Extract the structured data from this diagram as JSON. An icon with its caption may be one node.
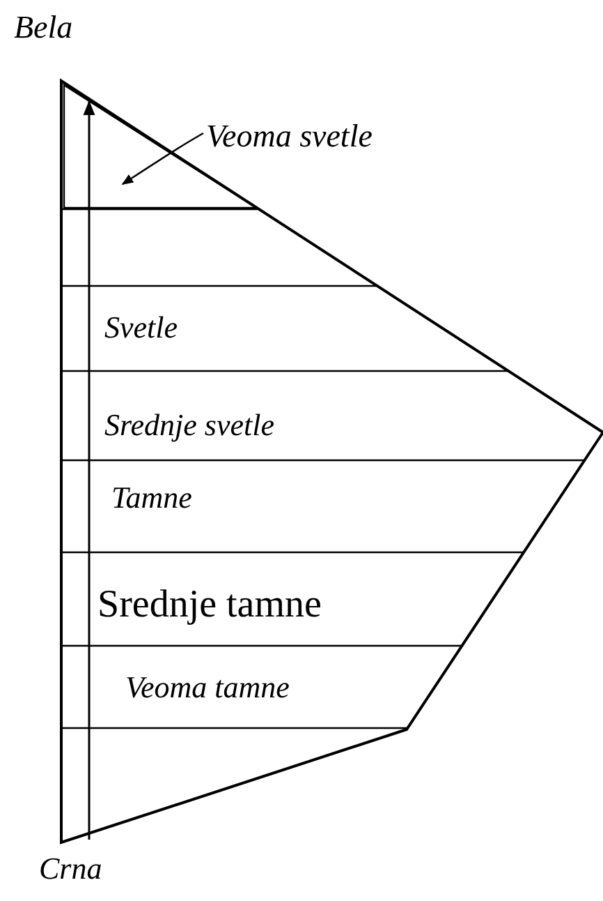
{
  "diagram": {
    "nodes": [
      {
        "text": [
          "Veoma svetle"
        ]
      },
      {
        "text": [],
        "shape": "triangle"
      }
    ],
    "edges": [
      {
        "from": 0,
        "to": 1,
        "arrow": "to"
      }
    ],
    "labels": [
      "Bela",
      "Svetle",
      "Srednje svetle",
      "Tamne",
      "Srednje tamne",
      "Veoma tamne",
      "Crna"
    ]
  }
}
